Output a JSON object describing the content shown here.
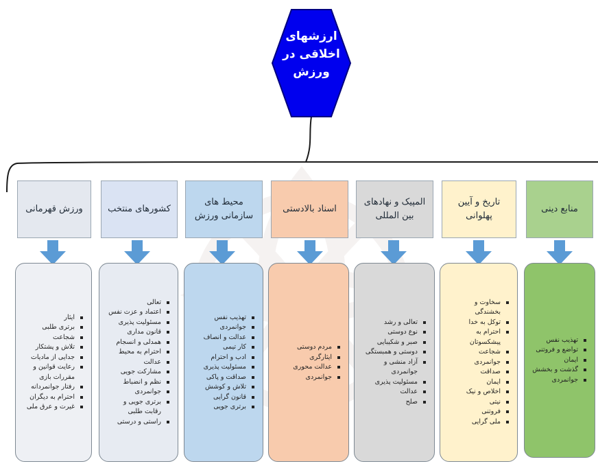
{
  "title": "ارزشهای اخلاقی در ورزش",
  "title_lines": [
    "ارزشهای",
    "اخلاقی در",
    "ورزش"
  ],
  "colors": {
    "hexagon": "#0000ee",
    "line": "#1a1a1a",
    "arrow": "#5b9bd5",
    "watermark": "#c9b9b3"
  },
  "columns": [
    {
      "title": "منابع دینی",
      "header_color": "#a9d18e",
      "body_color": "#8fc46a",
      "items": [
        "تهذیب نفس",
        "تواضع و فروتنی",
        "ایمان",
        "گذشت و بخشش",
        "جوانمردی"
      ]
    },
    {
      "title": "تاریخ و آیین پهلوانی",
      "header_color": "#fff2cc",
      "body_color": "#fff2cc",
      "items": [
        "سخاوت و بخشندگی",
        "توکل به خدا",
        "احترام به پیشکسوتان",
        "شجاعت",
        "جوانمردی",
        "صداقت",
        "ایمان",
        "اخلاص و نیک",
        "نیتی",
        "فروتنی",
        "ملی گرایی"
      ]
    },
    {
      "title": "المپیک و نهادهای بین المللی",
      "header_color": "#d9d9d9",
      "body_color": "#d9d9d9",
      "items": [
        "تعالی و رشد",
        "نوع دوستی",
        "صبر و شکیبایی",
        "دوستی و همبستگی",
        "آزاد منشی و جوانمردی",
        "مسئولیت پذیری",
        "عدالت",
        "صلح"
      ]
    },
    {
      "title": "اسناد بالادستی",
      "header_color": "#f8cbad",
      "body_color": "#f8cbad",
      "items": [
        "مردم دوستی",
        "ایثارگری",
        "عدالت محوری",
        "جوانمردی"
      ]
    },
    {
      "title": "محیط های سازمانی ورزش",
      "header_color": "#bdd7ee",
      "body_color": "#bdd7ee",
      "items": [
        "تهذیب نفس",
        "جوانمردی",
        "عدالت و انصاف",
        "کار تیمی",
        "ادب و احترام",
        "مسئولیت پذیری",
        "صداقت و پاکی",
        "تلاش و کوشش",
        "قانون گرایی",
        "برتری جویی"
      ]
    },
    {
      "title": "کشورهای منتخب",
      "header_color": "#dae3f3",
      "body_color": "#e7ebf2",
      "items": [
        "تعالی",
        "اعتماد و عزت نفس",
        "مسئولیت پذیری",
        "قانون مداری",
        "همدلی و انسجام",
        "احترام به محیط",
        "عدالت",
        "مشارکت جویی",
        "نظم و انضباط",
        "جوانمردی",
        "برتری جویی و رقابت طلبی",
        "راستی و درستی"
      ]
    },
    {
      "title": "ورزش قهرمانی",
      "header_color": "#e4e8ef",
      "body_color": "#eef0f4",
      "items": [
        "ایثار",
        "برتری طلبی",
        "شجاعت",
        "تلاش و پشتکار",
        "جدایی از مادیات",
        "رعایت قوانین و مقررات بازی",
        "رفتار جوانمردانه",
        "احترام به دیگران",
        "غیرت و عرق ملی"
      ]
    }
  ]
}
